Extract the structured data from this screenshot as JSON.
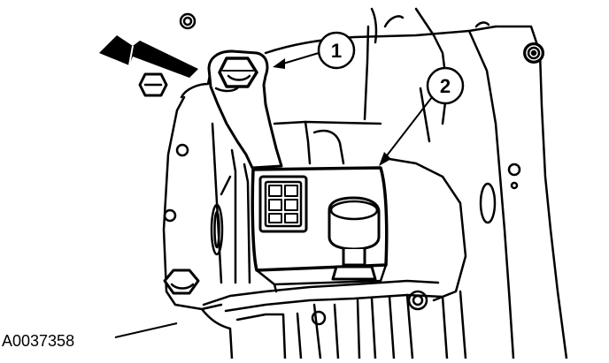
{
  "figure": {
    "id_label": "A0037358",
    "callouts": [
      {
        "number": "1",
        "target": "bracket-bolt"
      },
      {
        "number": "2",
        "target": "sensor-module"
      }
    ],
    "colors": {
      "ink": "#000000",
      "paper": "#ffffff"
    },
    "arrow_icon": "bold-arrow-icon"
  }
}
